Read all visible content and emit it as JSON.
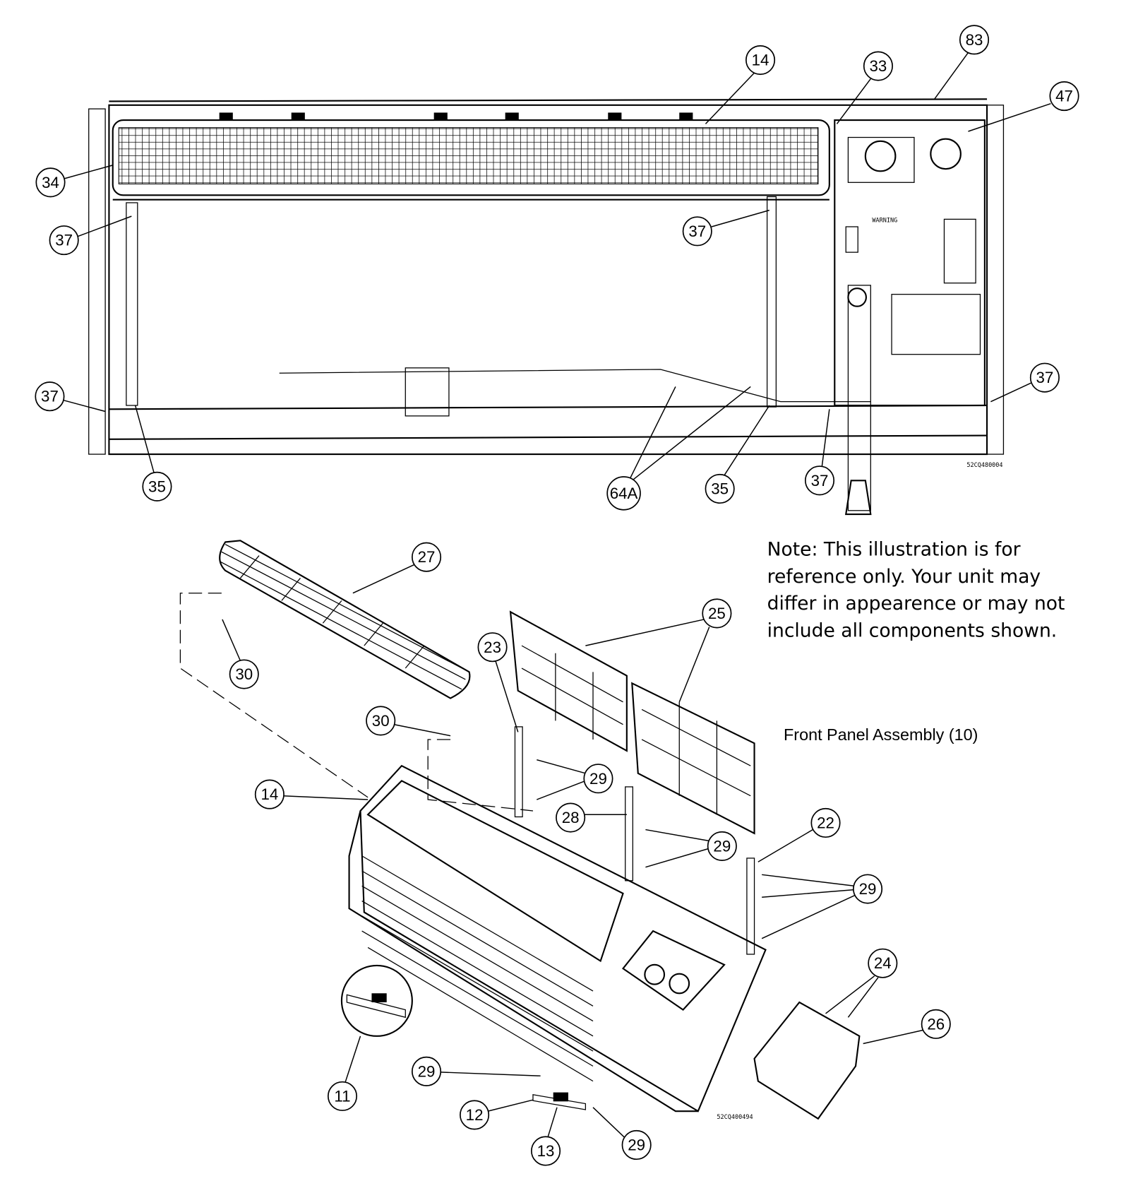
{
  "diagram": {
    "top_view": {
      "warning_label": "WARNING",
      "drawing_number": "52CQ480004",
      "callouts": [
        "14",
        "33",
        "83",
        "47",
        "34",
        "37",
        "37",
        "37",
        "35",
        "64A",
        "35",
        "37",
        "37"
      ]
    },
    "bottom_view": {
      "drawing_number": "52CQ400494",
      "callouts": [
        "27",
        "25",
        "23",
        "30",
        "30",
        "14",
        "29",
        "28",
        "29",
        "22",
        "29",
        "24",
        "26",
        "11",
        "29",
        "12",
        "13",
        "29"
      ],
      "caption": "Front Panel Assembly (10)"
    },
    "note": {
      "lines": [
        "Note: This illustration is for",
        "reference only. Your unit may",
        "differ in appearence or may not",
        "include all components shown."
      ]
    }
  }
}
